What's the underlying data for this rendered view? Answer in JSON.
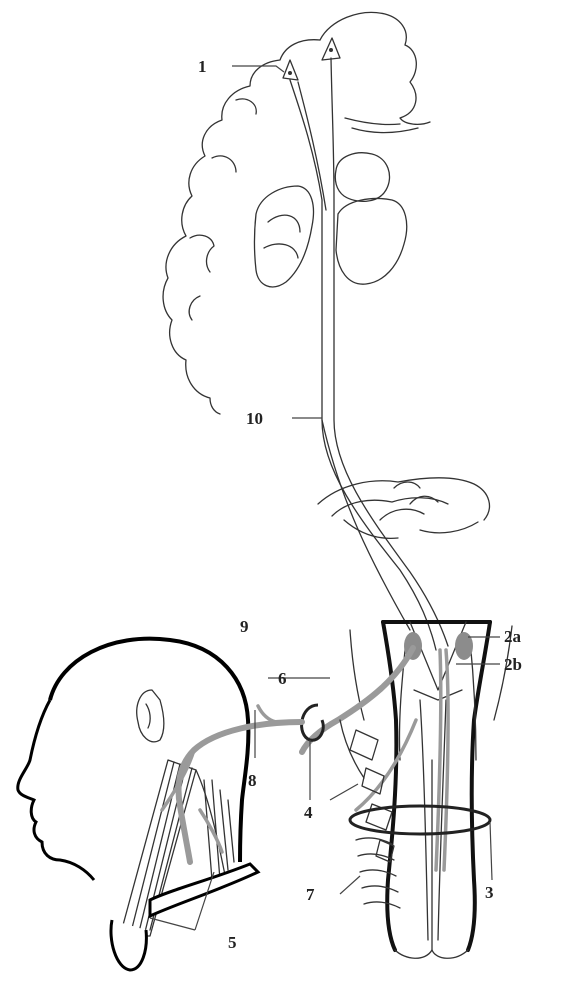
{
  "labels": {
    "l1": "1",
    "l2a": "2a",
    "l2b": "2b",
    "l3": "3",
    "l4": "4",
    "l5": "5",
    "l6": "6",
    "l7": "7",
    "l8": "8",
    "l9": "9",
    "l10": "10"
  },
  "colors": {
    "outline": "#333333",
    "nerve_gray": "#9a9a9a",
    "nucleus_gray": "#8c8c8c",
    "background": "#ffffff"
  }
}
